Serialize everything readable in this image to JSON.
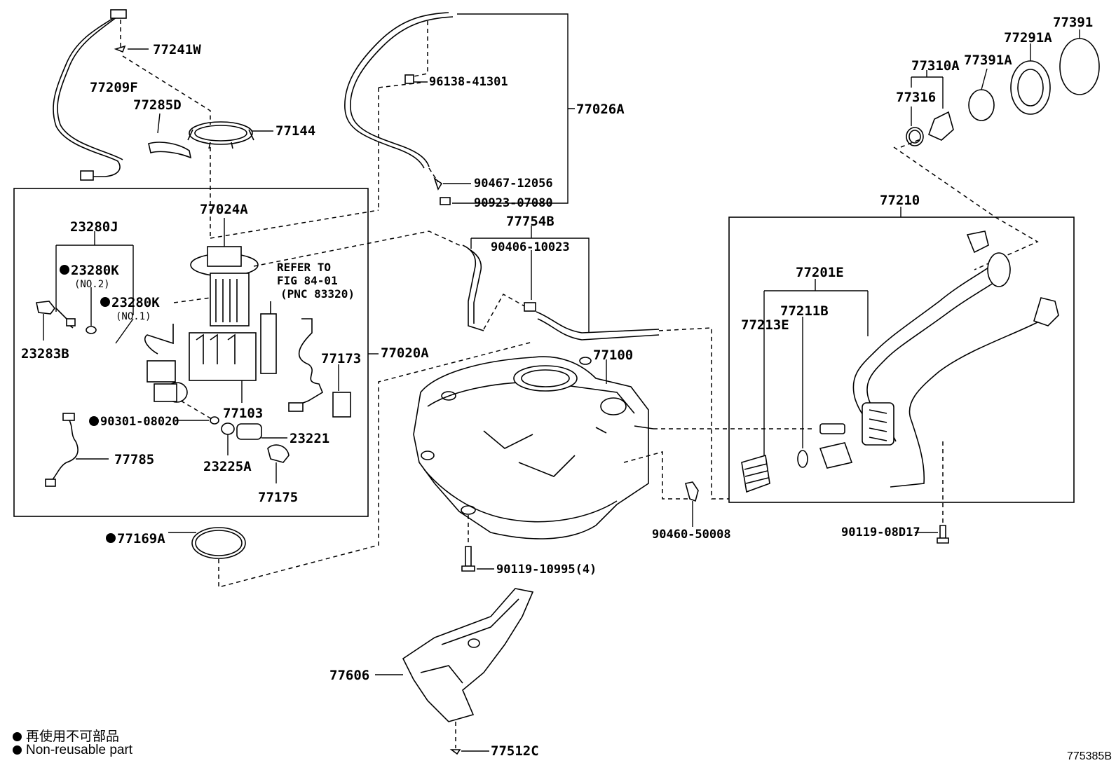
{
  "diagram_id": "775385B",
  "legend": {
    "line1": "再使用不可部品",
    "line2": "Non-reusable part"
  },
  "labels": {
    "p77241W": "77241W",
    "p77209F": "77209F",
    "p77285D": "77285D",
    "p77144": "77144",
    "p77024A": "77024A",
    "p23280J": "23280J",
    "p23280K_2": "23280K",
    "no2": "(NO.2)",
    "p23280K_1": "23280K",
    "no1": "(NO.1)",
    "p23283B": "23283B",
    "refer1": "REFER TO",
    "refer2": "FIG 84-01",
    "refer3": "(PNC 83320)",
    "p77173": "77173",
    "p77103": "77103",
    "p77020A": "77020A",
    "p90301": "90301-08020",
    "p23221": "23221",
    "p77785": "77785",
    "p23225A": "23225A",
    "p77175": "77175",
    "p77169A": "77169A",
    "p96138": "96138-41301",
    "p77026A": "77026A",
    "p90467": "90467-12056",
    "p90923": "90923-07080",
    "p77754B": "77754B",
    "p90406": "90406-10023",
    "p77100": "77100",
    "p90119_10995": "90119-10995(4)",
    "p77606": "77606",
    "p77512C": "77512C",
    "p90460": "90460-50008",
    "p77391": "77391",
    "p77291A": "77291A",
    "p77310A": "77310A",
    "p77391A": "77391A",
    "p77316": "77316",
    "p77210": "77210",
    "p77201E": "77201E",
    "p77211B": "77211B",
    "p77213E": "77213E",
    "p90119_08D17": "90119-08D17"
  }
}
